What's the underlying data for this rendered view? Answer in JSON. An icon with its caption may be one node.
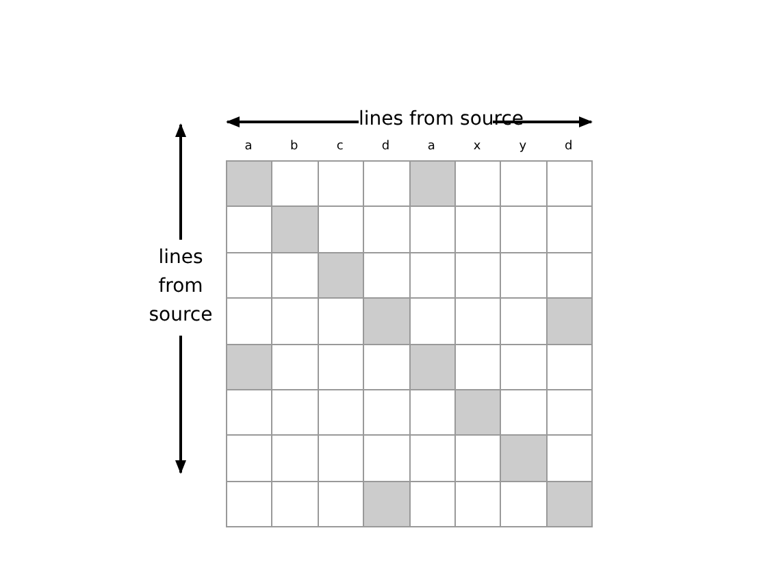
{
  "diagram": {
    "labels": [
      "lines from source",
      "a",
      "b",
      "c",
      "d",
      "a",
      "x",
      "y",
      "d",
      "lines from source"
    ]
  }
}
